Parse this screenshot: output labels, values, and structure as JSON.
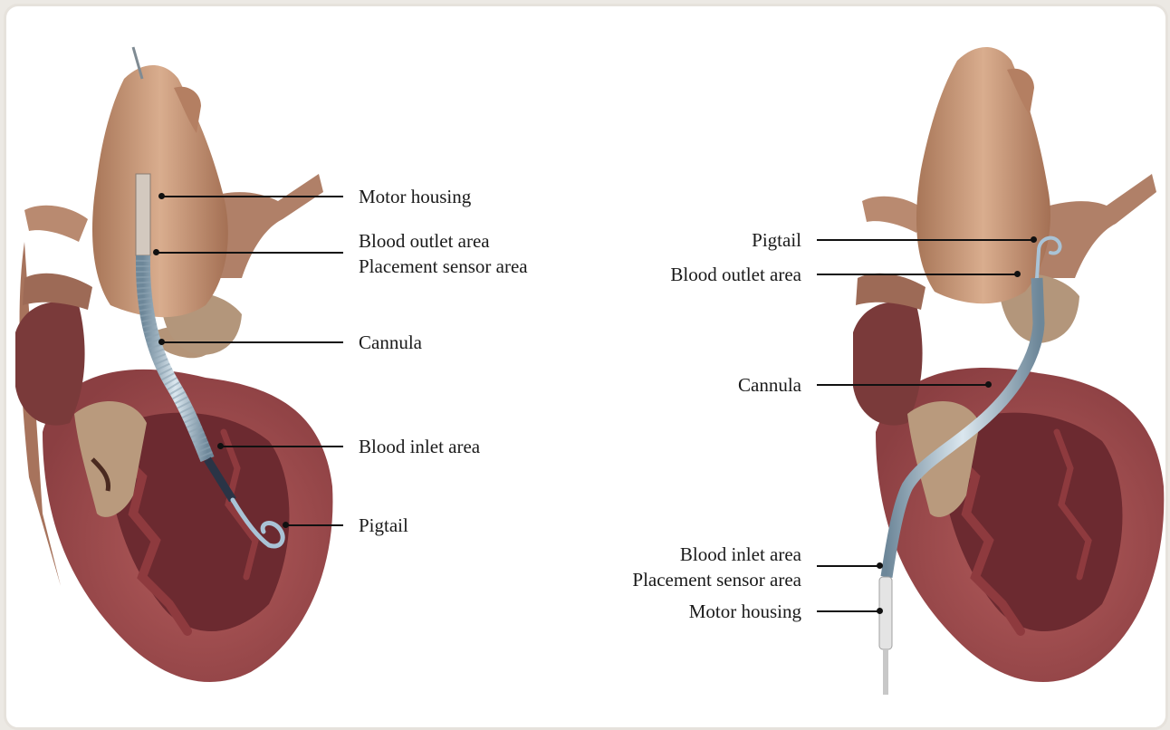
{
  "left_panel": {
    "labels": {
      "motor_housing": "Motor housing",
      "blood_outlet_area": "Blood outlet area",
      "placement_sensor_area": "Placement sensor area",
      "cannula": "Cannula",
      "blood_inlet_area": "Blood inlet area",
      "pigtail": "Pigtail"
    }
  },
  "right_panel": {
    "labels": {
      "pigtail": "Pigtail",
      "blood_outlet_area": "Blood outlet area",
      "cannula": "Cannula",
      "blood_inlet_area": "Blood inlet area",
      "placement_sensor_area": "Placement sensor area",
      "motor_housing": "Motor housing"
    }
  },
  "colors": {
    "aorta": "#c89a7c",
    "myocardium": "#9d4b4c",
    "chamber": "#6a2a2e",
    "valve": "#b89a80",
    "device": "#9fb6c6",
    "leader": "#111111"
  }
}
